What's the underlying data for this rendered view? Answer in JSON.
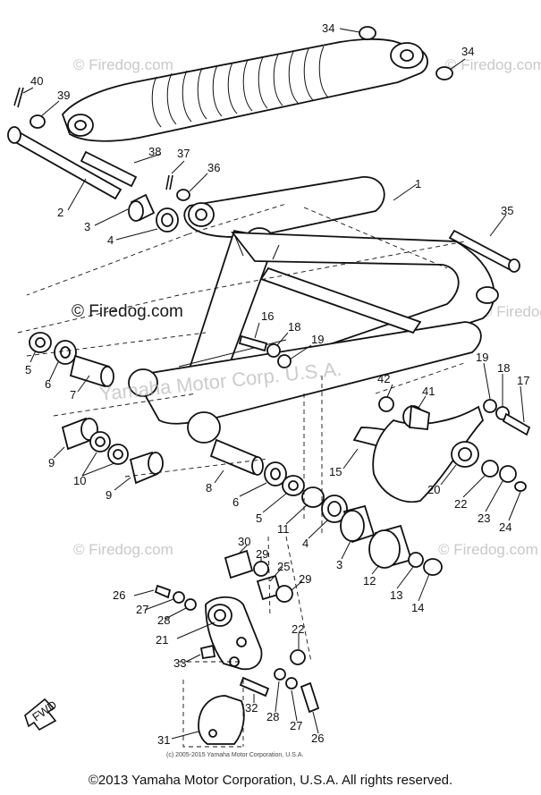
{
  "watermark": {
    "site": "© Firedog.com",
    "brand": "Yamaha Motor Corp. U.S.A."
  },
  "fine_print": "(c) 2005-2015 Yamaha Motor Corporation, U.S.A.",
  "footer": "©2013 Yamaha Motor Corporation, U.S.A. All rights reserved.",
  "fwd_label": "FWD",
  "callouts": [
    "1",
    "2",
    "3",
    "4",
    "5",
    "6",
    "7",
    "8",
    "9",
    "10",
    "11",
    "12",
    "13",
    "14",
    "15",
    "16",
    "17",
    "18",
    "19",
    "20",
    "21",
    "22",
    "23",
    "24",
    "25",
    "26",
    "27",
    "28",
    "29",
    "30",
    "31",
    "32",
    "33",
    "34",
    "35",
    "36",
    "37",
    "38",
    "39",
    "40",
    "41",
    "42"
  ]
}
